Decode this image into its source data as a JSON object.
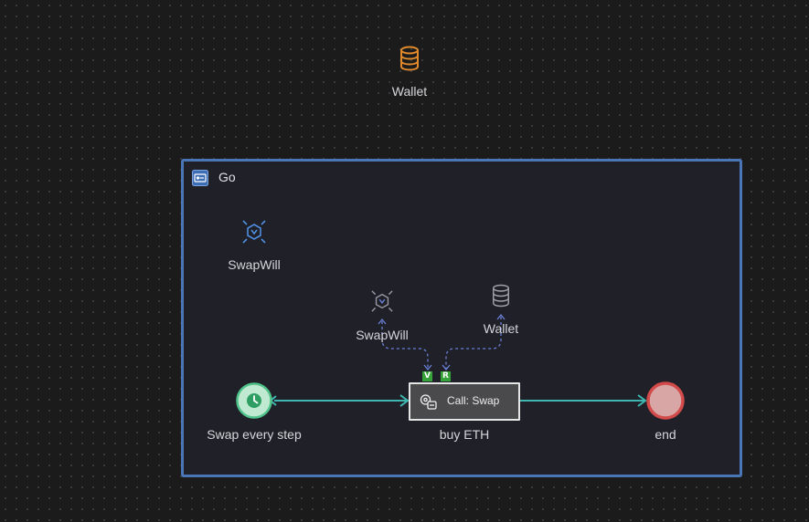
{
  "nodes": {
    "wallet_top": {
      "label": "Wallet",
      "icon": "database-icon",
      "color": "#e08a2b"
    },
    "group": {
      "title": "Go",
      "icon": "go-group-icon",
      "border_color": "#4a76b8"
    },
    "swapwill_top": {
      "label": "SwapWill",
      "icon": "hexagon-target-icon",
      "color": "#4f8ee0"
    },
    "swapwill_input": {
      "label": "SwapWill",
      "icon": "hexagon-target-icon"
    },
    "wallet_input": {
      "label": "Wallet",
      "icon": "database-icon"
    },
    "start": {
      "label": "Swap every step",
      "icon": "clock-icon",
      "color": "#4fc38a"
    },
    "task": {
      "title": "Call: Swap",
      "label": "buy ETH",
      "icon": "contract-call-icon"
    },
    "end": {
      "label": "end",
      "color": "#d24a4a"
    },
    "badges": {
      "v": "V",
      "r": "R",
      "color": "#37a13a"
    }
  },
  "edges": [
    {
      "from": "start",
      "to": "task",
      "style": "solid",
      "color": "#3fb7b0"
    },
    {
      "from": "task",
      "to": "end",
      "style": "solid",
      "color": "#3fb7b0"
    },
    {
      "from": "swapwill_input",
      "to": "task",
      "style": "dashed",
      "color": "#6a7fd6"
    },
    {
      "from": "wallet_input",
      "to": "task",
      "style": "dashed",
      "color": "#6a7fd6"
    }
  ]
}
